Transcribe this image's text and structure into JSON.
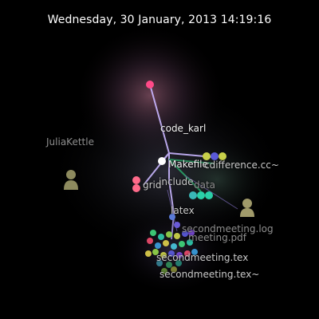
{
  "timestamp": "Wednesday, 30 January, 2013 14:19:16",
  "colors": {
    "background": "#000000",
    "glow_core": "#b86a8a",
    "edge_main": "#c9b6ff",
    "edge_green": "#2aa86a",
    "user_avatar": "#8d8a5e"
  },
  "users": [
    {
      "name": "JuliaKettle",
      "icon": "person-icon"
    },
    {
      "name": "",
      "icon": "person-icon"
    }
  ],
  "directories": [
    {
      "name": "code_karl"
    },
    {
      "name": "Makefile"
    },
    {
      "name": "cdifference.cc~"
    },
    {
      "name": "include"
    },
    {
      "name": "grid"
    },
    {
      "name": "data"
    },
    {
      "name": "latex"
    }
  ],
  "files": [
    {
      "name": "secondmeeting.log"
    },
    {
      "name": "meeting.pdf"
    },
    {
      "name": "secondmeeting.tex"
    },
    {
      "name": "secondmeeting.tex~"
    }
  ],
  "file_node_colors": [
    "#3fd07a",
    "#2fc4a8",
    "#8fd04a",
    "#c9d04a",
    "#5a5ad8",
    "#7a4ad8",
    "#e84a6a",
    "#3a9ad8",
    "#d8c84a",
    "#48c0d8"
  ]
}
